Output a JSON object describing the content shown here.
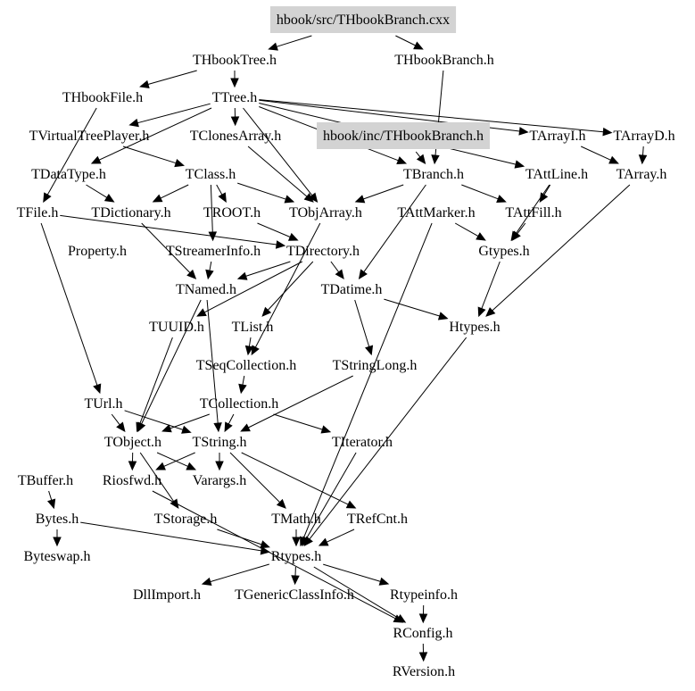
{
  "diagram": {
    "title": "hbook/src/THbookBranch.cxx include dependency graph",
    "highlight_color": "#d3d3d3",
    "nodes": [
      {
        "id": "src",
        "label": "hbook/src/THbookBranch.cxx",
        "highlighted": true
      },
      {
        "id": "THbookTree",
        "label": "THbookTree.h"
      },
      {
        "id": "THbookBranch",
        "label": "THbookBranch.h"
      },
      {
        "id": "THbookFile",
        "label": "THbookFile.h"
      },
      {
        "id": "TTree",
        "label": "TTree.h"
      },
      {
        "id": "TVirtualTreePlayer",
        "label": "TVirtualTreePlayer.h"
      },
      {
        "id": "TClonesArray",
        "label": "TClonesArray.h"
      },
      {
        "id": "inc",
        "label": "hbook/inc/THbookBranch.h",
        "highlighted": true
      },
      {
        "id": "TArrayI",
        "label": "TArrayI.h"
      },
      {
        "id": "TArrayD",
        "label": "TArrayD.h"
      },
      {
        "id": "TDataType",
        "label": "TDataType.h"
      },
      {
        "id": "TClass",
        "label": "TClass.h"
      },
      {
        "id": "TBranch",
        "label": "TBranch.h"
      },
      {
        "id": "TAttLine",
        "label": "TAttLine.h"
      },
      {
        "id": "TArray",
        "label": "TArray.h"
      },
      {
        "id": "TFile",
        "label": "TFile.h"
      },
      {
        "id": "TDictionary",
        "label": "TDictionary.h"
      },
      {
        "id": "TROOT",
        "label": "TROOT.h"
      },
      {
        "id": "TObjArray",
        "label": "TObjArray.h"
      },
      {
        "id": "TAttMarker",
        "label": "TAttMarker.h"
      },
      {
        "id": "TAttFill",
        "label": "TAttFill.h"
      },
      {
        "id": "Property",
        "label": "Property.h"
      },
      {
        "id": "TStreamerInfo",
        "label": "TStreamerInfo.h"
      },
      {
        "id": "TDirectory",
        "label": "TDirectory.h"
      },
      {
        "id": "Gtypes",
        "label": "Gtypes.h"
      },
      {
        "id": "TNamed",
        "label": "TNamed.h"
      },
      {
        "id": "TDatime",
        "label": "TDatime.h"
      },
      {
        "id": "TUUID",
        "label": "TUUID.h"
      },
      {
        "id": "TList",
        "label": "TList.h"
      },
      {
        "id": "Htypes",
        "label": "Htypes.h"
      },
      {
        "id": "TSeqCollection",
        "label": "TSeqCollection.h"
      },
      {
        "id": "TStringLong",
        "label": "TStringLong.h"
      },
      {
        "id": "TUrl",
        "label": "TUrl.h"
      },
      {
        "id": "TCollection",
        "label": "TCollection.h"
      },
      {
        "id": "TObject",
        "label": "TObject.h"
      },
      {
        "id": "TString",
        "label": "TString.h"
      },
      {
        "id": "TIterator",
        "label": "TIterator.h"
      },
      {
        "id": "TBuffer",
        "label": "TBuffer.h"
      },
      {
        "id": "Riosfwd",
        "label": "Riosfwd.h"
      },
      {
        "id": "Varargs",
        "label": "Varargs.h"
      },
      {
        "id": "Bytes",
        "label": "Bytes.h"
      },
      {
        "id": "TStorage",
        "label": "TStorage.h"
      },
      {
        "id": "TMath",
        "label": "TMath.h"
      },
      {
        "id": "TRefCnt",
        "label": "TRefCnt.h"
      },
      {
        "id": "Byteswap",
        "label": "Byteswap.h"
      },
      {
        "id": "Rtypes",
        "label": "Rtypes.h"
      },
      {
        "id": "DllImport",
        "label": "DllImport.h"
      },
      {
        "id": "TGenericClassInfo",
        "label": "TGenericClassInfo.h"
      },
      {
        "id": "Rtypeinfo",
        "label": "Rtypeinfo.h"
      },
      {
        "id": "RConfig",
        "label": "RConfig.h"
      },
      {
        "id": "RVersion",
        "label": "RVersion.h"
      }
    ],
    "edges": [
      [
        "src",
        "THbookTree"
      ],
      [
        "src",
        "THbookBranch"
      ],
      [
        "THbookTree",
        "THbookFile"
      ],
      [
        "THbookTree",
        "TTree"
      ],
      [
        "THbookBranch",
        "TBranch"
      ],
      [
        "THbookFile",
        "TFile"
      ],
      [
        "TTree",
        "TVirtualTreePlayer"
      ],
      [
        "TTree",
        "TClonesArray"
      ],
      [
        "TTree",
        "TBranch"
      ],
      [
        "TTree",
        "TArrayI"
      ],
      [
        "TTree",
        "TArrayD"
      ],
      [
        "TTree",
        "TObjArray"
      ],
      [
        "TTree",
        "TAttLine"
      ],
      [
        "TTree",
        "TDataType"
      ],
      [
        "TVirtualTreePlayer",
        "TClass"
      ],
      [
        "TClonesArray",
        "TObjArray"
      ],
      [
        "inc",
        "TBranch"
      ],
      [
        "TArrayI",
        "TArray"
      ],
      [
        "TArrayD",
        "TArray"
      ],
      [
        "TDataType",
        "TDictionary"
      ],
      [
        "TClass",
        "TDictionary"
      ],
      [
        "TClass",
        "TROOT"
      ],
      [
        "TClass",
        "TObjArray"
      ],
      [
        "TClass",
        "TStreamerInfo"
      ],
      [
        "TBranch",
        "TAttFill"
      ],
      [
        "TBranch",
        "TObjArray"
      ],
      [
        "TBranch",
        "TDatime"
      ],
      [
        "TAttLine",
        "Gtypes"
      ],
      [
        "TAttLine",
        "TAttFill"
      ],
      [
        "TArray",
        "Htypes"
      ],
      [
        "TFile",
        "TUrl"
      ],
      [
        "TFile",
        "TDirectory"
      ],
      [
        "TDictionary",
        "TNamed"
      ],
      [
        "TROOT",
        "TDirectory"
      ],
      [
        "TObjArray",
        "TSeqCollection"
      ],
      [
        "TAttMarker",
        "Gtypes"
      ],
      [
        "TAttMarker",
        "Rtypes"
      ],
      [
        "TAttFill",
        "Gtypes"
      ],
      [
        "TStreamerInfo",
        "TNamed"
      ],
      [
        "TDirectory",
        "TNamed"
      ],
      [
        "TDirectory",
        "TList"
      ],
      [
        "TDirectory",
        "TDatime"
      ],
      [
        "TDirectory",
        "TUUID"
      ],
      [
        "Gtypes",
        "Htypes"
      ],
      [
        "TNamed",
        "TString"
      ],
      [
        "TNamed",
        "TObject"
      ],
      [
        "TDatime",
        "Htypes"
      ],
      [
        "TDatime",
        "TStringLong"
      ],
      [
        "TUUID",
        "TObject"
      ],
      [
        "TList",
        "TSeqCollection"
      ],
      [
        "Htypes",
        "Rtypes"
      ],
      [
        "TSeqCollection",
        "TCollection"
      ],
      [
        "TStringLong",
        "TString"
      ],
      [
        "TUrl",
        "TObject"
      ],
      [
        "TUrl",
        "TString"
      ],
      [
        "TCollection",
        "TObject"
      ],
      [
        "TCollection",
        "TString"
      ],
      [
        "TCollection",
        "TIterator"
      ],
      [
        "TObject",
        "Riosfwd"
      ],
      [
        "TObject",
        "Varargs"
      ],
      [
        "TObject",
        "TStorage"
      ],
      [
        "TString",
        "Varargs"
      ],
      [
        "TString",
        "TMath"
      ],
      [
        "TString",
        "TRefCnt"
      ],
      [
        "TString",
        "Riosfwd"
      ],
      [
        "TIterator",
        "Rtypes"
      ],
      [
        "TBuffer",
        "Bytes"
      ],
      [
        "Riosfwd",
        "RConfig"
      ],
      [
        "Bytes",
        "Byteswap"
      ],
      [
        "Bytes",
        "Rtypes"
      ],
      [
        "TStorage",
        "Rtypes"
      ],
      [
        "TMath",
        "Rtypes"
      ],
      [
        "TRefCnt",
        "Rtypes"
      ],
      [
        "Rtypes",
        "DllImport"
      ],
      [
        "Rtypes",
        "TGenericClassInfo"
      ],
      [
        "Rtypes",
        "Rtypeinfo"
      ],
      [
        "Rtypes",
        "RConfig"
      ],
      [
        "Rtypeinfo",
        "RConfig"
      ],
      [
        "RConfig",
        "RVersion"
      ]
    ]
  }
}
